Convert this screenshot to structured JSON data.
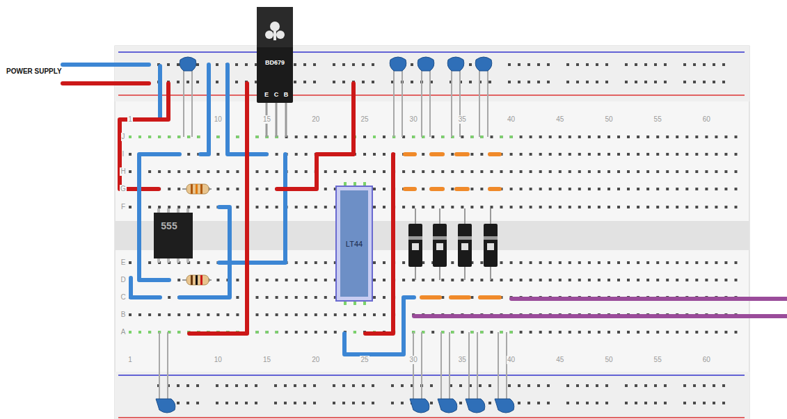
{
  "diagram": {
    "nodes": [
      {
        "text": [
          "BD679"
        ]
      },
      {
        "text": [
          "555"
        ]
      },
      {
        "text": [
          "LT44"
        ]
      }
    ],
    "labels": [
      "POWER SUPPLY",
      "E",
      "C",
      "B",
      "1",
      "10",
      "15",
      "20",
      "25",
      "30",
      "35",
      "40",
      "45",
      "50",
      "55",
      "60",
      "J",
      "I",
      "H",
      "G",
      "F",
      "E",
      "D",
      "C",
      "B",
      "A",
      "1",
      "10",
      "15",
      "20",
      "25",
      "30",
      "35",
      "40",
      "45",
      "50",
      "55",
      "60"
    ]
  }
}
